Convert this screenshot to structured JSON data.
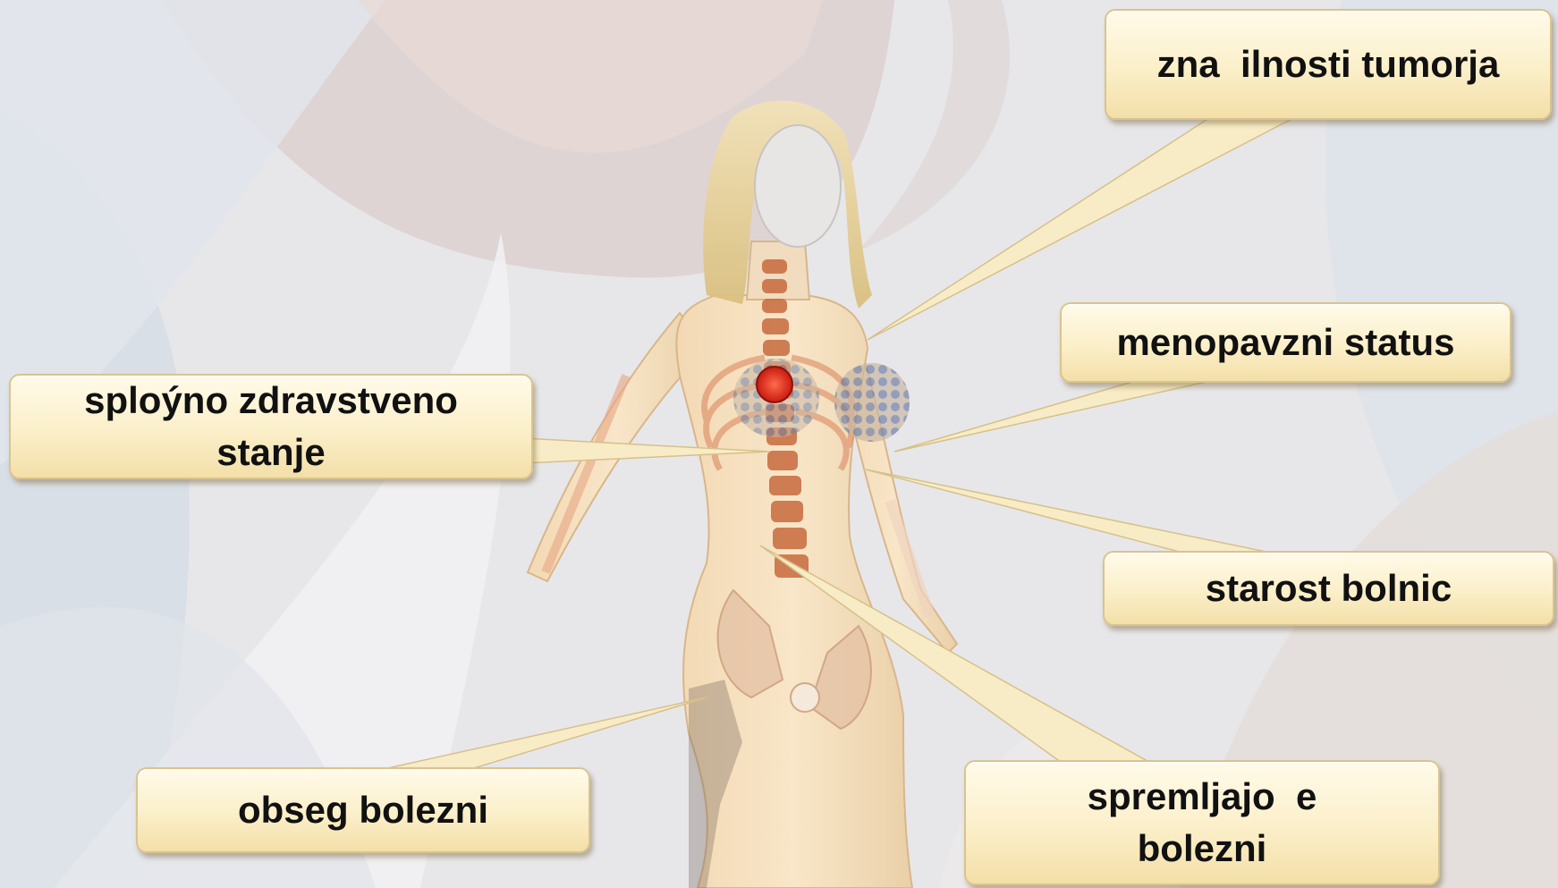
{
  "callouts": {
    "tumor_characteristics": "zna  ilnosti tumorja",
    "menopausal_status": "menopavzni status",
    "general_health": "sploýno zdravstveno\nstanje",
    "patient_age": "starost bolnic",
    "disease_extent": "obseg bolezni",
    "comorbidities": "spremljajo  e\nbolezni"
  },
  "colors": {
    "callout_fill": "#fbefc9",
    "callout_border": "#d9c48e",
    "background": "#e6e6e9",
    "tumor": "#e02a1a",
    "text": "#111111"
  }
}
